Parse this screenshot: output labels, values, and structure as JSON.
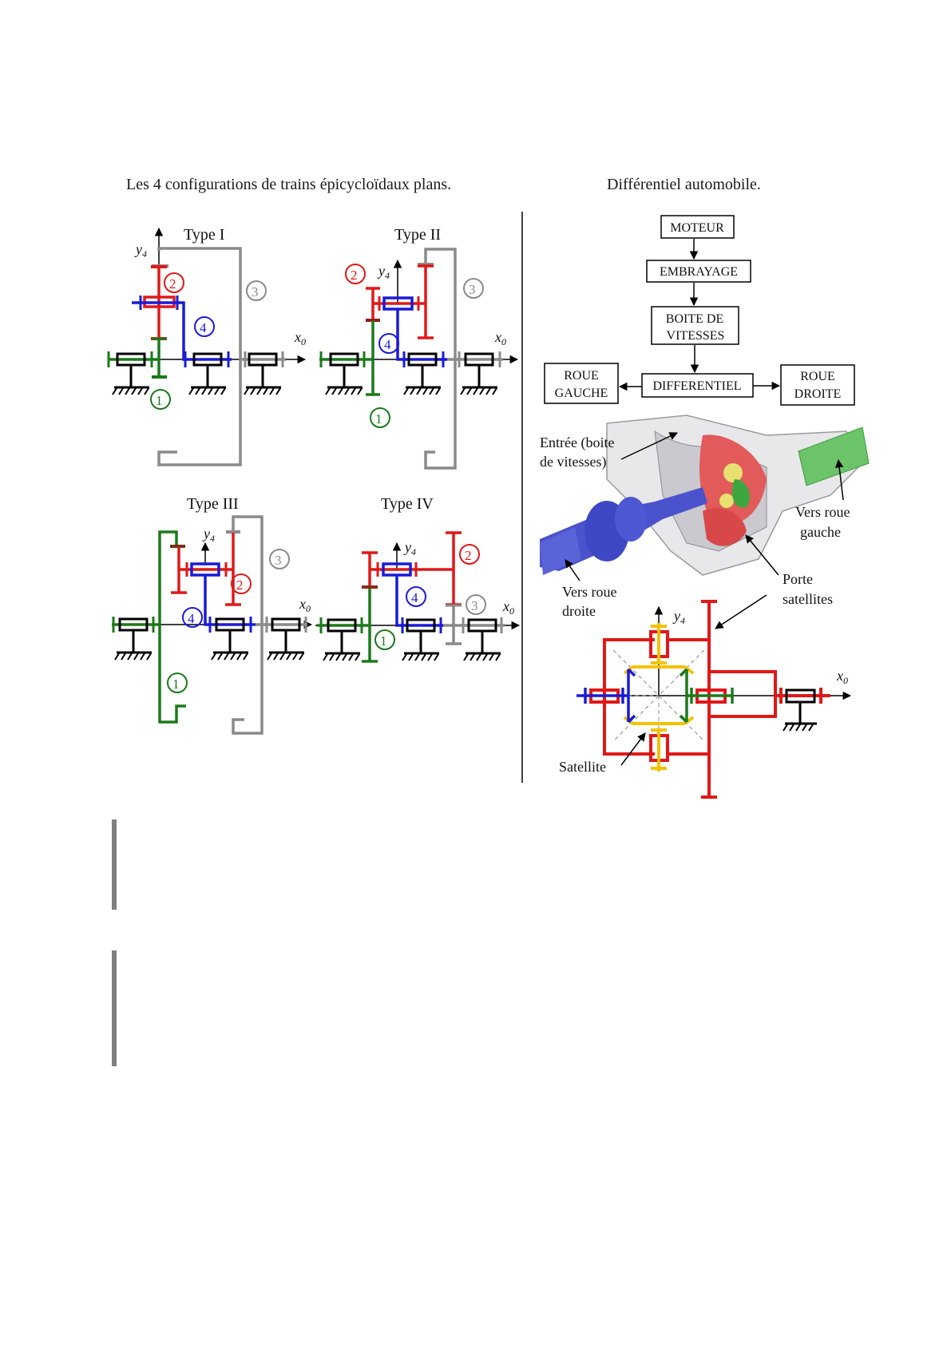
{
  "left_panel": {
    "caption": "Les 4 configurations de trains épicycloïdaux plans.",
    "diagrams": [
      {
        "title": "Type I",
        "axis_y": "y",
        "axis_y_sub": "4",
        "axis_x": "x",
        "axis_x_sub": "0",
        "labels": [
          "1",
          "2",
          "3",
          "4"
        ]
      },
      {
        "title": "Type II",
        "axis_y": "y",
        "axis_y_sub": "4",
        "axis_x": "x",
        "axis_x_sub": "0",
        "labels": [
          "1",
          "2",
          "3",
          "4"
        ]
      },
      {
        "title": "Type III",
        "axis_y": "y",
        "axis_y_sub": "4",
        "axis_x": "x",
        "axis_x_sub": "0",
        "labels": [
          "1",
          "2",
          "3",
          "4"
        ]
      },
      {
        "title": "Type IV",
        "axis_y": "y",
        "axis_y_sub": "4",
        "axis_x": "x",
        "axis_x_sub": "0",
        "labels": [
          "1",
          "2",
          "3",
          "4"
        ]
      }
    ],
    "part_colors": {
      "1": "#1a7a1a",
      "2": "#e01818",
      "3": "#8a8a8a",
      "4": "#1a1ad8"
    }
  },
  "right_panel": {
    "caption": "Différentiel automobile.",
    "flowchart": {
      "moteur": "MOTEUR",
      "embrayage": "EMBRAYAGE",
      "boite_line1": "BOITE DE",
      "boite_line2": "VITESSES",
      "differentiel": "DIFFERENTIEL",
      "roue_gauche_line1": "ROUE",
      "roue_gauche_line2": "GAUCHE",
      "roue_droite_line1": "ROUE",
      "roue_droite_line2": "DROITE"
    },
    "illustration_labels": {
      "entree_line1": "Entrée (boite",
      "entree_line2": "de vitesses)",
      "vers_roue_gauche_line1": "Vers roue",
      "vers_roue_gauche_line2": "gauche",
      "vers_roue_droite_line1": "Vers roue",
      "vers_roue_droite_line2": "droite",
      "porte_line1": "Porte",
      "porte_line2": "satellites"
    },
    "schematic": {
      "axis_y": "y",
      "axis_y_sub": "4",
      "axis_x": "x",
      "axis_x_sub": "0",
      "satellite_label": "Satellite"
    }
  }
}
